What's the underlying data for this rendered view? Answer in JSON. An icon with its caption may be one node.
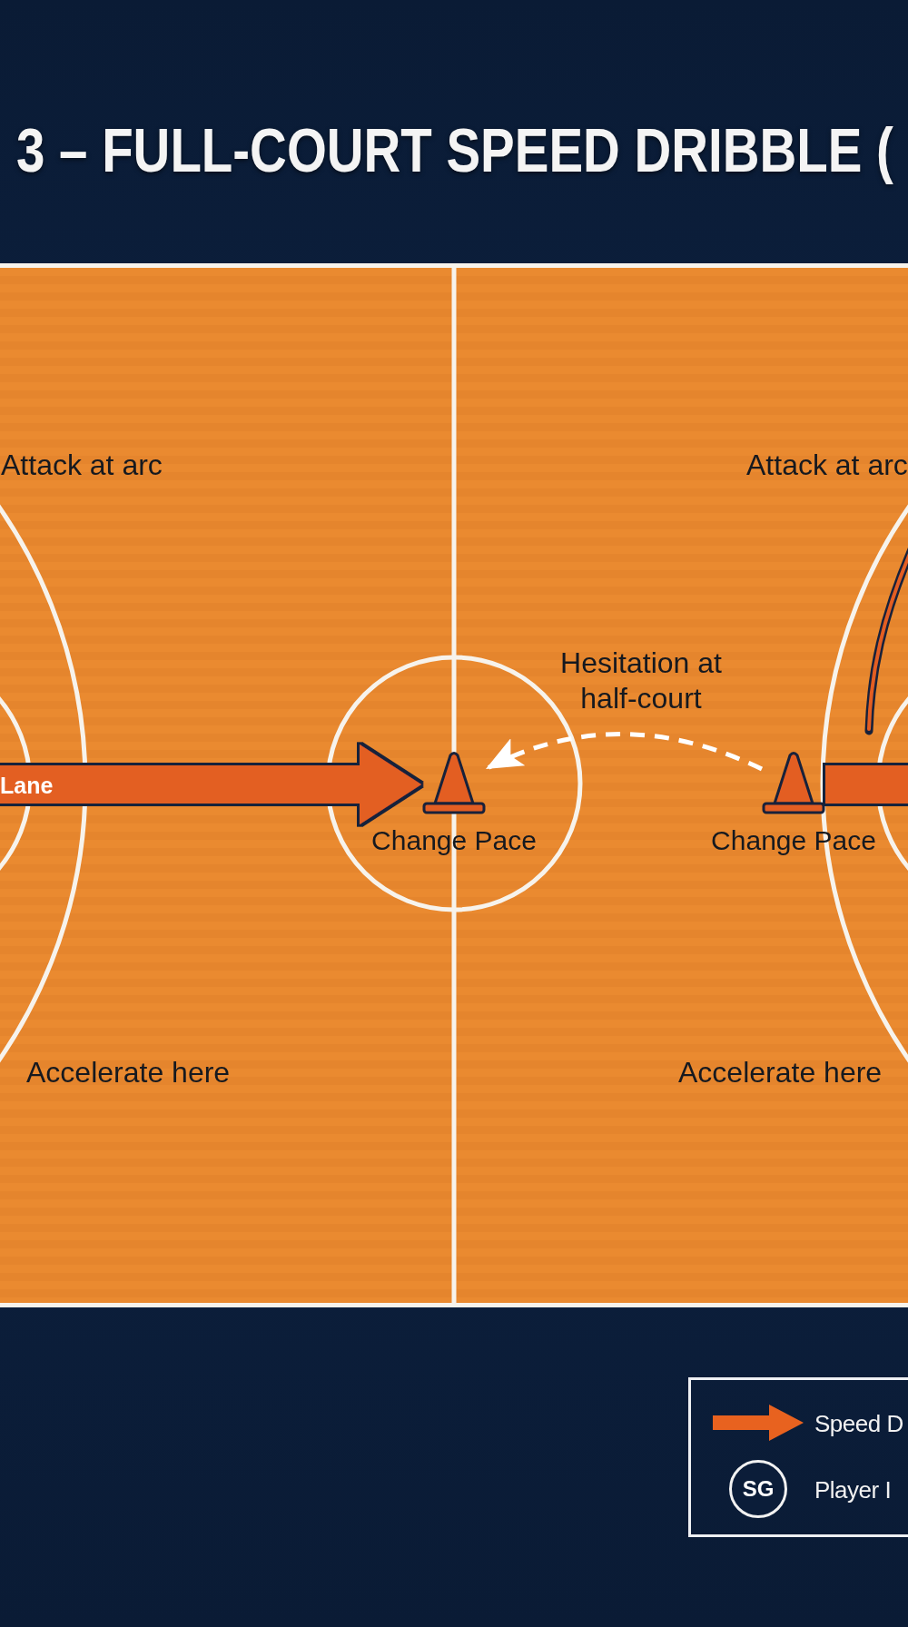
{
  "diagram": {
    "title": "3 – FULL-COURT SPEED DRIBBLE (",
    "nodes": [
      {
        "text": [],
        "shape": "cone",
        "beside": [
          "Change Pace"
        ]
      },
      {
        "text": [],
        "shape": "cone",
        "beside": [
          "Change Pace"
        ]
      }
    ],
    "edges": [
      {
        "from": null,
        "to": 0,
        "arrow": "to",
        "label": "Lane"
      },
      {
        "from": 1,
        "to": 0,
        "arrow": "to",
        "label": "Hesitation at half-court",
        "style": "dashed",
        "color": "#ffffff"
      },
      {
        "from": 1,
        "to": null,
        "arrow": "none"
      }
    ],
    "labels": [
      "Attack at arc",
      "Attack at arc",
      "Accelerate here",
      "Accelerate here",
      "SG"
    ],
    "legend": [
      {
        "text": "Speed D"
      },
      {
        "text": "Player I"
      }
    ]
  }
}
